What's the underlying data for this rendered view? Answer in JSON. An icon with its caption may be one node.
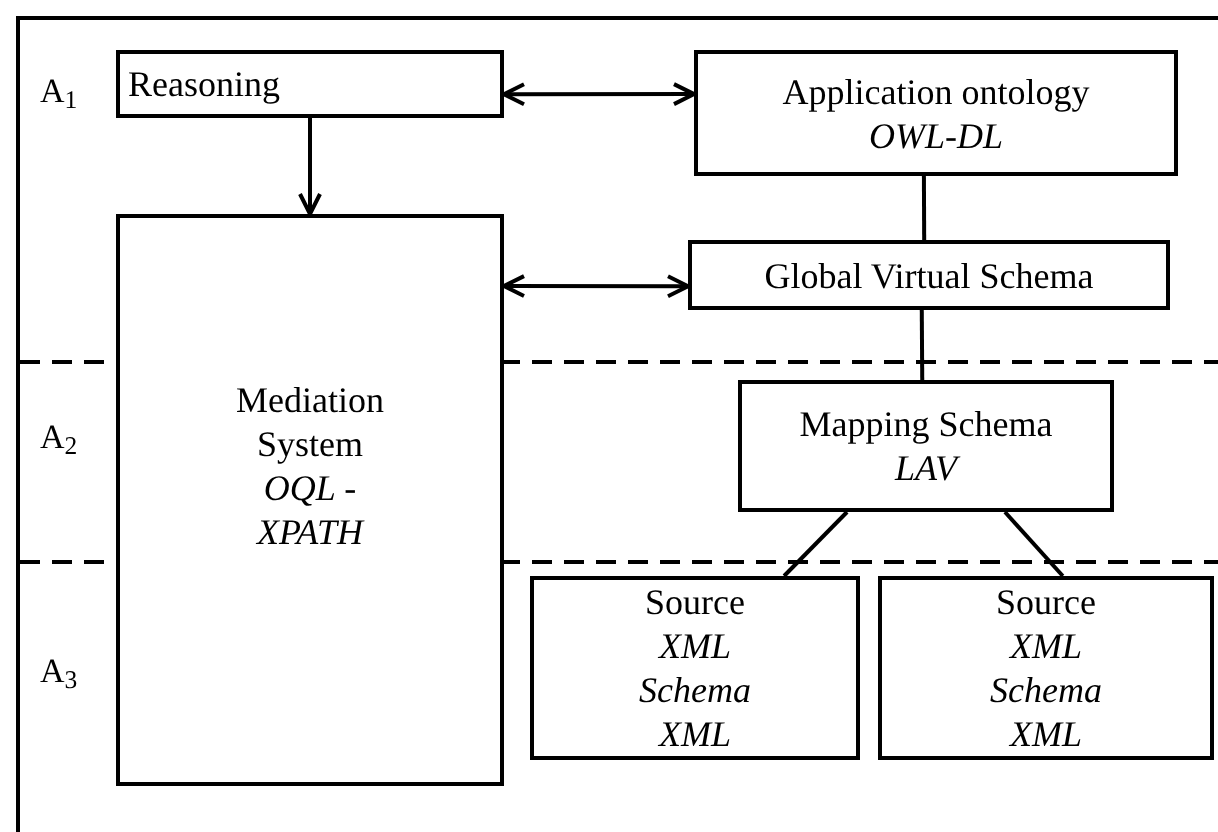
{
  "diagram": {
    "nodes": [
      {
        "text": [
          "Reasoning"
        ]
      },
      {
        "text": [
          "Application ontology",
          "OWL-DL"
        ]
      },
      {
        "text": [
          "Mediation System",
          "OQL - XPATH"
        ]
      },
      {
        "text": [
          "Global Virtual Schema"
        ]
      },
      {
        "text": [
          "Mapping Schema",
          "LAV"
        ]
      },
      {
        "text": [
          "Source",
          "XML Schema XML"
        ]
      },
      {
        "text": [
          "Source",
          "XML Schema XML"
        ]
      }
    ],
    "edges": [
      {
        "from": 0,
        "to": 1,
        "arrow": "both"
      },
      {
        "from": 0,
        "to": 2,
        "arrow": "to"
      },
      {
        "from": 2,
        "to": 3,
        "arrow": "both"
      },
      {
        "from": 1,
        "to": 3,
        "arrow": "none"
      },
      {
        "from": 3,
        "to": 4,
        "arrow": "none"
      },
      {
        "from": 4,
        "to": 5,
        "arrow": "none"
      },
      {
        "from": 4,
        "to": 6,
        "arrow": "none"
      }
    ],
    "labels": [
      "A$_{1}$",
      "A$_{2}$",
      "A$_{3}$"
    ]
  }
}
